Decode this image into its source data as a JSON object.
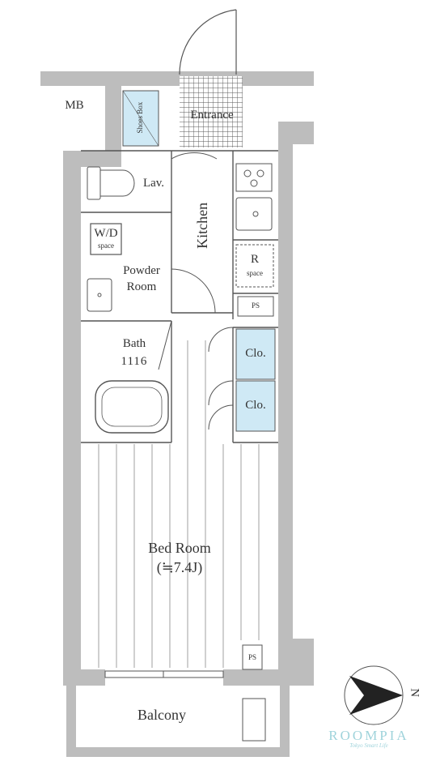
{
  "rooms": {
    "mb": "MB",
    "shoes_box": "Shoes Box",
    "entrance": "Entrance",
    "lav": "Lav.",
    "kitchen": "Kitchen",
    "wd": "W/D",
    "wd_space": "space",
    "r": "R",
    "r_space": "space",
    "ps": "PS",
    "powder_room_line1": "Powder",
    "powder_room_line2": "Room",
    "bath_line1": "Bath",
    "bath_line2": "1116",
    "clo": "Clo.",
    "bed_room": "Bed Room",
    "bed_room_size": "(≒7.4J)",
    "balcony": "Balcony"
  },
  "compass": {
    "north": "N"
  },
  "brand": {
    "name": "ROOMPIA",
    "tagline": "Tokyo Smart Life"
  },
  "colors": {
    "wall": "#bdbdbd",
    "storage": "#cfe9f5",
    "line": "#555555"
  }
}
